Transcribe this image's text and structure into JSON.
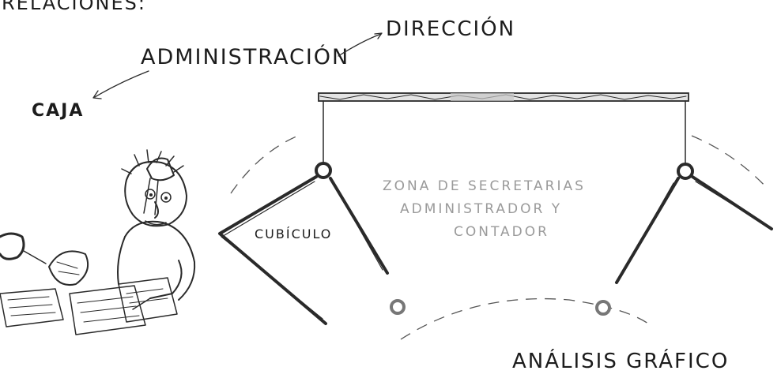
{
  "labels": {
    "top_cut": "RELACIONES:",
    "administracion": "ADMINISTRACIÓN",
    "direccion": "DIRECCIÓN",
    "caja": "CAJA",
    "zona_line1": "ZONA DE SECRETARIAS",
    "zona_line2": "ADMINISTRADOR Y",
    "zona_line3": "CONTADOR",
    "cubiculo": "CUBÍCULO",
    "analisis": "ANÁLISIS GRÁFICO"
  },
  "colors": {
    "ink": "#2a2a2a",
    "faint_text": "#9a9a9a",
    "ring_gray": "#777777"
  },
  "icons": {
    "figure": "stressed-worker-sketch",
    "hinge": "pivot-ring-icon"
  }
}
